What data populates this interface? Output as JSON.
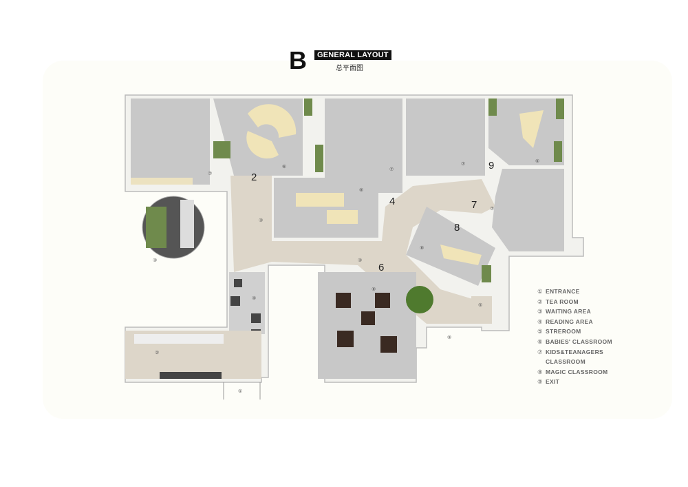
{
  "header": {
    "letter": "B",
    "title": "GENERAL LAYOUT",
    "subtitle": "总平面图"
  },
  "legend": [
    {
      "num": "①",
      "label": "ENTRANCE"
    },
    {
      "num": "②",
      "label": "TEA ROOM"
    },
    {
      "num": "③",
      "label": "WAITING AREA"
    },
    {
      "num": "④",
      "label": "READING AREA"
    },
    {
      "num": "⑤",
      "label": "STREROOM"
    },
    {
      "num": "⑥",
      "label": "BABIES' CLASSROOM"
    },
    {
      "num": "⑦",
      "label": "KIDS&TEANAGERS",
      "label2": "CLASSROOM"
    },
    {
      "num": "⑧",
      "label": "MAGIC CLASSROOM"
    },
    {
      "num": "⑨",
      "label": "EXIT"
    }
  ],
  "plan_labels": {
    "r1": "①",
    "r2": "②",
    "r3": "③",
    "r4": "④",
    "r5": "⑤",
    "r6": "⑥",
    "r7": "⑦",
    "r8": "⑧",
    "r9": "⑨"
  },
  "door_numbers": {
    "d2": "2",
    "d4": "4",
    "d7": "7",
    "d8": "8",
    "d9": "9",
    "d6": "6"
  },
  "colors": {
    "room": "#c8c8c8",
    "corridor": "#ddd6c9",
    "furniture": "#f0e4b8",
    "green": "#6f8a4c",
    "dark_table": "#3a2a22",
    "wall": "#ffffff"
  }
}
